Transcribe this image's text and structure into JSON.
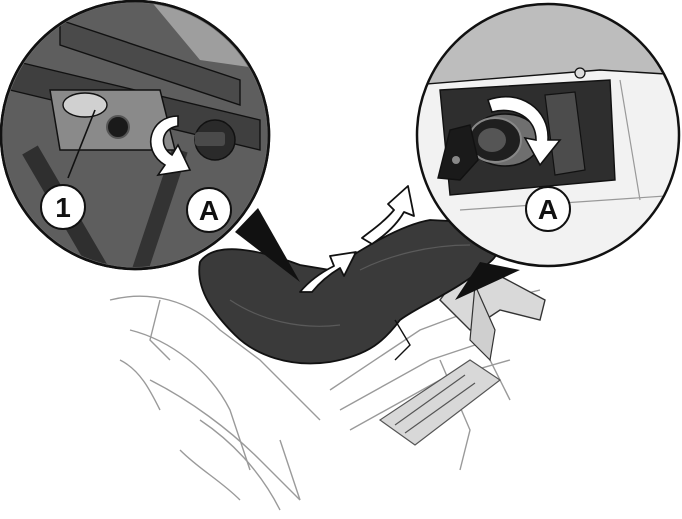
{
  "callouts": {
    "left_number": "1",
    "left_letter": "A",
    "right_letter": "A"
  },
  "palette": {
    "outline": "#111111",
    "seat_dark": "#3a3a3a",
    "lens_dark": "#2a2a2a",
    "lens_light": "#6f6f6f",
    "panel_grey": "#b9b9b9",
    "arrow_fill": "#ffffff"
  }
}
